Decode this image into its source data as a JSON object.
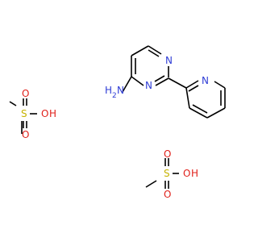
{
  "molecule": {
    "components": [
      "2-(pyridin-2-yl)pyrimidin-4-amine",
      "methanesulfonic acid",
      "methanesulfonic acid"
    ],
    "atom_labels": {
      "n": "N",
      "o": "O",
      "s": "S",
      "h": "H",
      "oh": "OH",
      "h2n_h": "H",
      "h2n_n": "N"
    },
    "colors": {
      "carbon_bond": "#000000",
      "nitrogen": "#2f3dd6",
      "oxygen": "#e0211b",
      "sulfur": "#c6b300"
    }
  }
}
